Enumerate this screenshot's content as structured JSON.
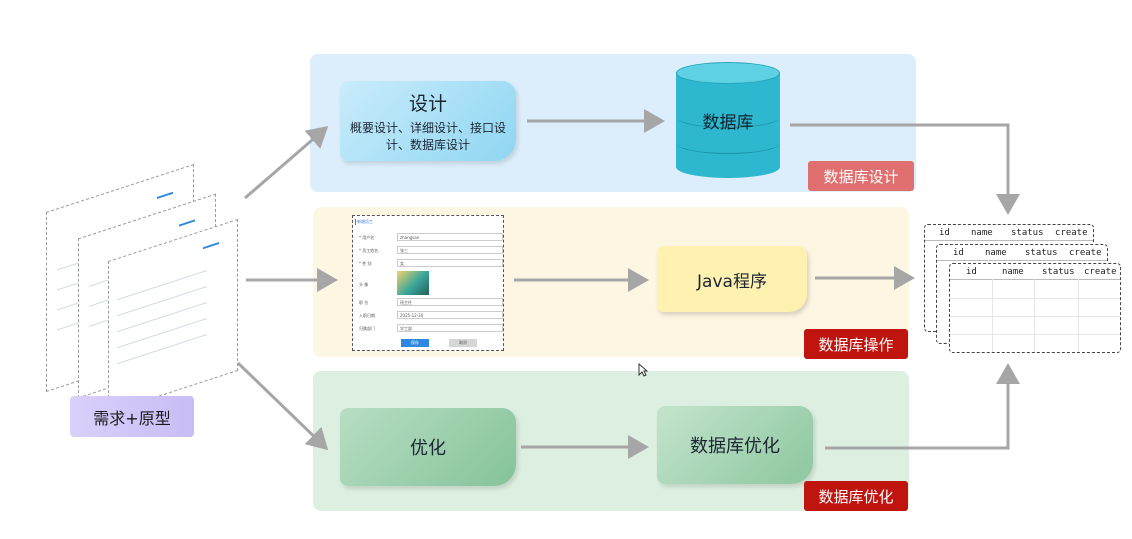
{
  "bands": {
    "design_tag": "数据库设计",
    "ops_tag": "数据库操作",
    "opt_tag": "数据库优化"
  },
  "nodes": {
    "requirement": "需求+原型",
    "design_title": "设计",
    "design_sub": "概要设计、详细设计、接口设计、数据库设计",
    "database": "数据库",
    "java": "Java程序",
    "optimize": "优化",
    "db_optimize": "数据库优化"
  },
  "form": {
    "title": "新增员工",
    "rows": [
      {
        "label": "* 用户名",
        "value": "zhangsan"
      },
      {
        "label": "* 员工姓名",
        "value": "张三"
      },
      {
        "label": "* 性  别",
        "value": "女"
      },
      {
        "label": "头  像",
        "value": ""
      },
      {
        "label": "职  位",
        "value": "班主任"
      },
      {
        "label": "入职日期",
        "value": "2025-12-30"
      },
      {
        "label": "归属部门",
        "value": "学工部"
      }
    ],
    "save_label": "保存",
    "cancel_label": "取消"
  },
  "table": {
    "columns": [
      "id",
      "name",
      "status",
      "create"
    ]
  },
  "colors": {
    "arrow": "#a6a6a6",
    "tag_red": "#c0140f",
    "tag_pink": "#e07070",
    "db_cyan": "#2eb8d0"
  }
}
